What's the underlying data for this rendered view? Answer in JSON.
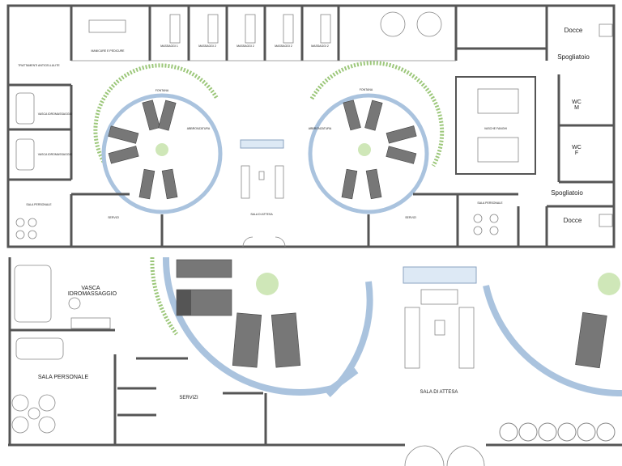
{
  "plan_overview": {
    "rooms": {
      "trattamenti": "TRATTAMENTI ANTICELLULITE",
      "manicure": "MANICURE E PEDICURE",
      "massaggi": [
        "MASSAGGI 1",
        "MASSAGGI 2",
        "MASSAGGI 2",
        "MASSAGGI 2",
        "MASSAGGI 2"
      ],
      "vasca_1": "VASCA IDROMASSAGGIO",
      "vasca_2": "VASCA IDROMASSAGGIO",
      "sala_personale_left": "SALA PERSONALE",
      "sala_personale_right": "SALA PERSONALE",
      "fontana_left": "FONTANA",
      "fontana_right": "FONTANA",
      "abbronzatura_left": "ABBRONZATURA",
      "abbronzatura_right": "ABBRONZATURA",
      "sala_attesa": "SALA DI ATTESA",
      "servizi_left": "SERVIZI",
      "servizi_right": "SERVIZI",
      "vasche_fanghi": "VASCHE FANGHI",
      "docce_top": "Docce",
      "docce_bottom": "Docce",
      "spogliatoio_top": "Spogliatoio",
      "spogliatoio_bottom": "Spogliatoio",
      "wc_m": [
        "WC",
        "M"
      ],
      "wc_f": [
        "WC",
        "F"
      ]
    }
  },
  "plan_detail": {
    "rooms": {
      "vasca": [
        "VASCA",
        "IDROMASSAGGIO"
      ],
      "sala_personale": "SALA PERSONALE",
      "servizi": "SERVIZI",
      "sala_attesa": "SALA DI ATTESA"
    }
  },
  "colors": {
    "walls": "#555555",
    "pool": "#dde9f5",
    "greenery": "#9cc77a",
    "loungers": "#777777"
  }
}
